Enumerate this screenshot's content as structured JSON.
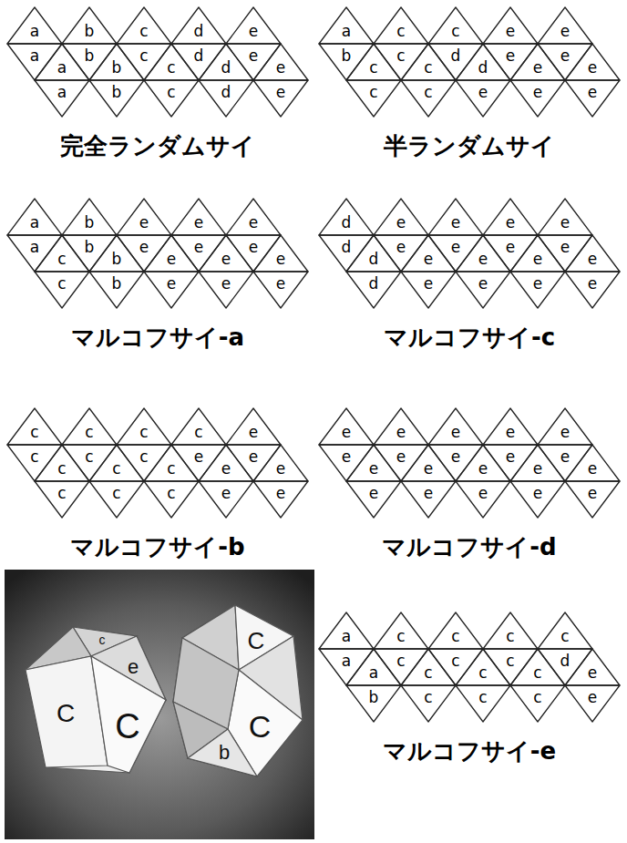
{
  "diagram": {
    "nodes": [
      {
        "text": [
          "完全ランダムサイ"
        ]
      },
      {
        "text": [
          "a"
        ],
        "in": 0
      },
      {
        "text": [
          "b"
        ],
        "in": 0
      },
      {
        "text": [
          "c"
        ],
        "in": 0
      },
      {
        "text": [
          "d"
        ],
        "in": 0
      },
      {
        "text": [
          "e"
        ],
        "in": 0
      },
      {
        "text": [
          "a"
        ],
        "in": 0
      },
      {
        "text": [
          "a"
        ],
        "in": 0
      },
      {
        "text": [
          "b"
        ],
        "in": 0
      },
      {
        "text": [
          "b"
        ],
        "in": 0
      },
      {
        "text": [
          "c"
        ],
        "in": 0
      },
      {
        "text": [
          "c"
        ],
        "in": 0
      },
      {
        "text": [
          "d"
        ],
        "in": 0
      },
      {
        "text": [
          "d"
        ],
        "in": 0
      },
      {
        "text": [
          "e"
        ],
        "in": 0
      },
      {
        "text": [
          "e"
        ],
        "in": 0
      },
      {
        "text": [
          "a"
        ],
        "in": 0
      },
      {
        "text": [
          "b"
        ],
        "in": 0
      },
      {
        "text": [
          "c"
        ],
        "in": 0
      },
      {
        "text": [
          "d"
        ],
        "in": 0
      },
      {
        "text": [
          "e"
        ],
        "in": 0
      },
      {
        "text": [
          "半ランダムサイ"
        ]
      },
      {
        "text": [
          "a"
        ],
        "in": 21
      },
      {
        "text": [
          "c"
        ],
        "in": 21
      },
      {
        "text": [
          "c"
        ],
        "in": 21
      },
      {
        "text": [
          "e"
        ],
        "in": 21
      },
      {
        "text": [
          "e"
        ],
        "in": 21
      },
      {
        "text": [
          "b"
        ],
        "in": 21
      },
      {
        "text": [
          "c"
        ],
        "in": 21
      },
      {
        "text": [
          "c"
        ],
        "in": 21
      },
      {
        "text": [
          "c"
        ],
        "in": 21
      },
      {
        "text": [
          "d"
        ],
        "in": 21
      },
      {
        "text": [
          "d"
        ],
        "in": 21
      },
      {
        "text": [
          "e"
        ],
        "in": 21
      },
      {
        "text": [
          "e"
        ],
        "in": 21
      },
      {
        "text": [
          "e"
        ],
        "in": 21
      },
      {
        "text": [
          "e"
        ],
        "in": 21
      },
      {
        "text": [
          "c"
        ],
        "in": 21
      },
      {
        "text": [
          "c"
        ],
        "in": 21
      },
      {
        "text": [
          "e"
        ],
        "in": 21
      },
      {
        "text": [
          "e"
        ],
        "in": 21
      },
      {
        "text": [
          "e"
        ],
        "in": 21
      },
      {
        "text": [
          "マルコフサイ-a"
        ]
      },
      {
        "text": [
          "a"
        ],
        "in": 42
      },
      {
        "text": [
          "b"
        ],
        "in": 42
      },
      {
        "text": [
          "e"
        ],
        "in": 42
      },
      {
        "text": [
          "e"
        ],
        "in": 42
      },
      {
        "text": [
          "e"
        ],
        "in": 42
      },
      {
        "text": [
          "a"
        ],
        "in": 42
      },
      {
        "text": [
          "c"
        ],
        "in": 42
      },
      {
        "text": [
          "b"
        ],
        "in": 42
      },
      {
        "text": [
          "b"
        ],
        "in": 42
      },
      {
        "text": [
          "e"
        ],
        "in": 42
      },
      {
        "text": [
          "e"
        ],
        "in": 42
      },
      {
        "text": [
          "e"
        ],
        "in": 42
      },
      {
        "text": [
          "e"
        ],
        "in": 42
      },
      {
        "text": [
          "e"
        ],
        "in": 42
      },
      {
        "text": [
          "e"
        ],
        "in": 42
      },
      {
        "text": [
          "c"
        ],
        "in": 42
      },
      {
        "text": [
          "b"
        ],
        "in": 42
      },
      {
        "text": [
          "e"
        ],
        "in": 42
      },
      {
        "text": [
          "e"
        ],
        "in": 42
      },
      {
        "text": [
          "e"
        ],
        "in": 42
      },
      {
        "text": [
          "マルコフサイ-c"
        ]
      },
      {
        "text": [
          "d"
        ],
        "in": 63
      },
      {
        "text": [
          "e"
        ],
        "in": 63
      },
      {
        "text": [
          "e"
        ],
        "in": 63
      },
      {
        "text": [
          "e"
        ],
        "in": 63
      },
      {
        "text": [
          "e"
        ],
        "in": 63
      },
      {
        "text": [
          "d"
        ],
        "in": 63
      },
      {
        "text": [
          "d"
        ],
        "in": 63
      },
      {
        "text": [
          "e"
        ],
        "in": 63
      },
      {
        "text": [
          "e"
        ],
        "in": 63
      },
      {
        "text": [
          "e"
        ],
        "in": 63
      },
      {
        "text": [
          "e"
        ],
        "in": 63
      },
      {
        "text": [
          "e"
        ],
        "in": 63
      },
      {
        "text": [
          "e"
        ],
        "in": 63
      },
      {
        "text": [
          "e"
        ],
        "in": 63
      },
      {
        "text": [
          "e"
        ],
        "in": 63
      },
      {
        "text": [
          "d"
        ],
        "in": 63
      },
      {
        "text": [
          "e"
        ],
        "in": 63
      },
      {
        "text": [
          "e"
        ],
        "in": 63
      },
      {
        "text": [
          "e"
        ],
        "in": 63
      },
      {
        "text": [
          "e"
        ],
        "in": 63
      },
      {
        "text": [
          "マルコフサイ-b"
        ]
      },
      {
        "text": [
          "c"
        ],
        "in": 84
      },
      {
        "text": [
          "c"
        ],
        "in": 84
      },
      {
        "text": [
          "c"
        ],
        "in": 84
      },
      {
        "text": [
          "c"
        ],
        "in": 84
      },
      {
        "text": [
          "e"
        ],
        "in": 84
      },
      {
        "text": [
          "c"
        ],
        "in": 84
      },
      {
        "text": [
          "c"
        ],
        "in": 84
      },
      {
        "text": [
          "c"
        ],
        "in": 84
      },
      {
        "text": [
          "c"
        ],
        "in": 84
      },
      {
        "text": [
          "c"
        ],
        "in": 84
      },
      {
        "text": [
          "c"
        ],
        "in": 84
      },
      {
        "text": [
          "e"
        ],
        "in": 84
      },
      {
        "text": [
          "e"
        ],
        "in": 84
      },
      {
        "text": [
          "e"
        ],
        "in": 84
      },
      {
        "text": [
          "e"
        ],
        "in": 84
      },
      {
        "text": [
          "c"
        ],
        "in": 84
      },
      {
        "text": [
          "c"
        ],
        "in": 84
      },
      {
        "text": [
          "c"
        ],
        "in": 84
      },
      {
        "text": [
          "e"
        ],
        "in": 84
      },
      {
        "text": [
          "e"
        ],
        "in": 84
      },
      {
        "text": [
          "マルコフサイ-d"
        ]
      },
      {
        "text": [
          "e"
        ],
        "in": 105
      },
      {
        "text": [
          "e"
        ],
        "in": 105
      },
      {
        "text": [
          "e"
        ],
        "in": 105
      },
      {
        "text": [
          "e"
        ],
        "in": 105
      },
      {
        "text": [
          "e"
        ],
        "in": 105
      },
      {
        "text": [
          "e"
        ],
        "in": 105
      },
      {
        "text": [
          "e"
        ],
        "in": 105
      },
      {
        "text": [
          "e"
        ],
        "in": 105
      },
      {
        "text": [
          "e"
        ],
        "in": 105
      },
      {
        "text": [
          "e"
        ],
        "in": 105
      },
      {
        "text": [
          "e"
        ],
        "in": 105
      },
      {
        "text": [
          "e"
        ],
        "in": 105
      },
      {
        "text": [
          "e"
        ],
        "in": 105
      },
      {
        "text": [
          "e"
        ],
        "in": 105
      },
      {
        "text": [
          "e"
        ],
        "in": 105
      },
      {
        "text": [
          "e"
        ],
        "in": 105
      },
      {
        "text": [
          "e"
        ],
        "in": 105
      },
      {
        "text": [
          "e"
        ],
        "in": 105
      },
      {
        "text": [
          "e"
        ],
        "in": 105
      },
      {
        "text": [
          "e"
        ],
        "in": 105
      },
      {
        "text": [
          "マルコフサイ-e"
        ]
      },
      {
        "text": [
          "a"
        ],
        "in": 126
      },
      {
        "text": [
          "c"
        ],
        "in": 126
      },
      {
        "text": [
          "c"
        ],
        "in": 126
      },
      {
        "text": [
          "c"
        ],
        "in": 126
      },
      {
        "text": [
          "c"
        ],
        "in": 126
      },
      {
        "text": [
          "a"
        ],
        "in": 126
      },
      {
        "text": [
          "a"
        ],
        "in": 126
      },
      {
        "text": [
          "c"
        ],
        "in": 126
      },
      {
        "text": [
          "c"
        ],
        "in": 126
      },
      {
        "text": [
          "c"
        ],
        "in": 126
      },
      {
        "text": [
          "c"
        ],
        "in": 126
      },
      {
        "text": [
          "c"
        ],
        "in": 126
      },
      {
        "text": [
          "c"
        ],
        "in": 126
      },
      {
        "text": [
          "d"
        ],
        "in": 126
      },
      {
        "text": [
          "e"
        ],
        "in": 126
      },
      {
        "text": [
          "b"
        ],
        "in": 126
      },
      {
        "text": [
          "c"
        ],
        "in": 126
      },
      {
        "text": [
          "c"
        ],
        "in": 126
      },
      {
        "text": [
          "c"
        ],
        "in": 126
      },
      {
        "text": [
          "e"
        ],
        "in": 126
      }
    ],
    "labels": [
      "c",
      "C",
      "e",
      "C",
      "C",
      "C",
      "b"
    ]
  }
}
